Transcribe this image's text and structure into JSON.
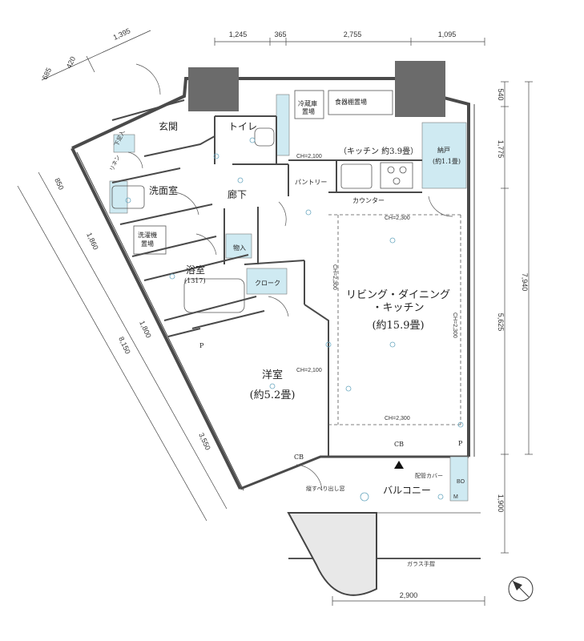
{
  "dimensions": {
    "top": [
      "1,245",
      "365",
      "2,755",
      "1,095"
    ],
    "top_left": [
      "1,395",
      "685",
      "420"
    ],
    "right": [
      "540",
      "1,775",
      "7,940",
      "5,625",
      "1,900"
    ],
    "left": [
      "850",
      "1,860",
      "1,800",
      "8,150",
      "3,550"
    ],
    "bottom": "2,900"
  },
  "rooms": {
    "entrance": "玄関",
    "toilet": "トイレ",
    "kitchen": "（キッチン 約3.9畳）",
    "storage": "納戸",
    "storage_size": "(約1.1畳)",
    "washroom": "洗面室",
    "hallway": "廊下",
    "laundry_line1": "洗濯機",
    "laundry_line2": "置場",
    "bath": "浴室",
    "bath_size": "(1317)",
    "closet_small": "物入",
    "cloak": "クローク",
    "ldk_line1": "リビング・ダイニング",
    "ldk_line2": "・キッチン",
    "ldk_size": "(約15.9畳)",
    "western": "洋室",
    "western_size": "(約5.2畳)",
    "balcony": "バルコニー"
  },
  "annotations": {
    "fridge_line1": "冷蔵庫",
    "fridge_line2": "置場",
    "dish_shelf": "食器棚置場",
    "pantry": "パントリー",
    "counter": "カウンター",
    "ch_kitchen": "CH=2,100",
    "ch_ldk_top": "CH=2,300",
    "ch_ldk_bottom": "CH=2,300",
    "ch_ldk_left": "CH=2,300",
    "ch_ldk_right": "CH=2,300",
    "ch_western": "CH=2,100",
    "cb_center": "CB",
    "cb_left": "CB",
    "p_mark_left": "P",
    "p_mark_right": "P",
    "pipe_cover": "配管カバー",
    "slide_window": "縦すべり出し窓",
    "glass_rail": "ガラス手摺",
    "shoe_box": "下足入",
    "linen": "リネン",
    "bo": "BO",
    "m": "M"
  },
  "colors": {
    "wall": "#4a4a4a",
    "column": "#6b6b6b",
    "water": "#cfeaf2",
    "line": "#333333"
  }
}
